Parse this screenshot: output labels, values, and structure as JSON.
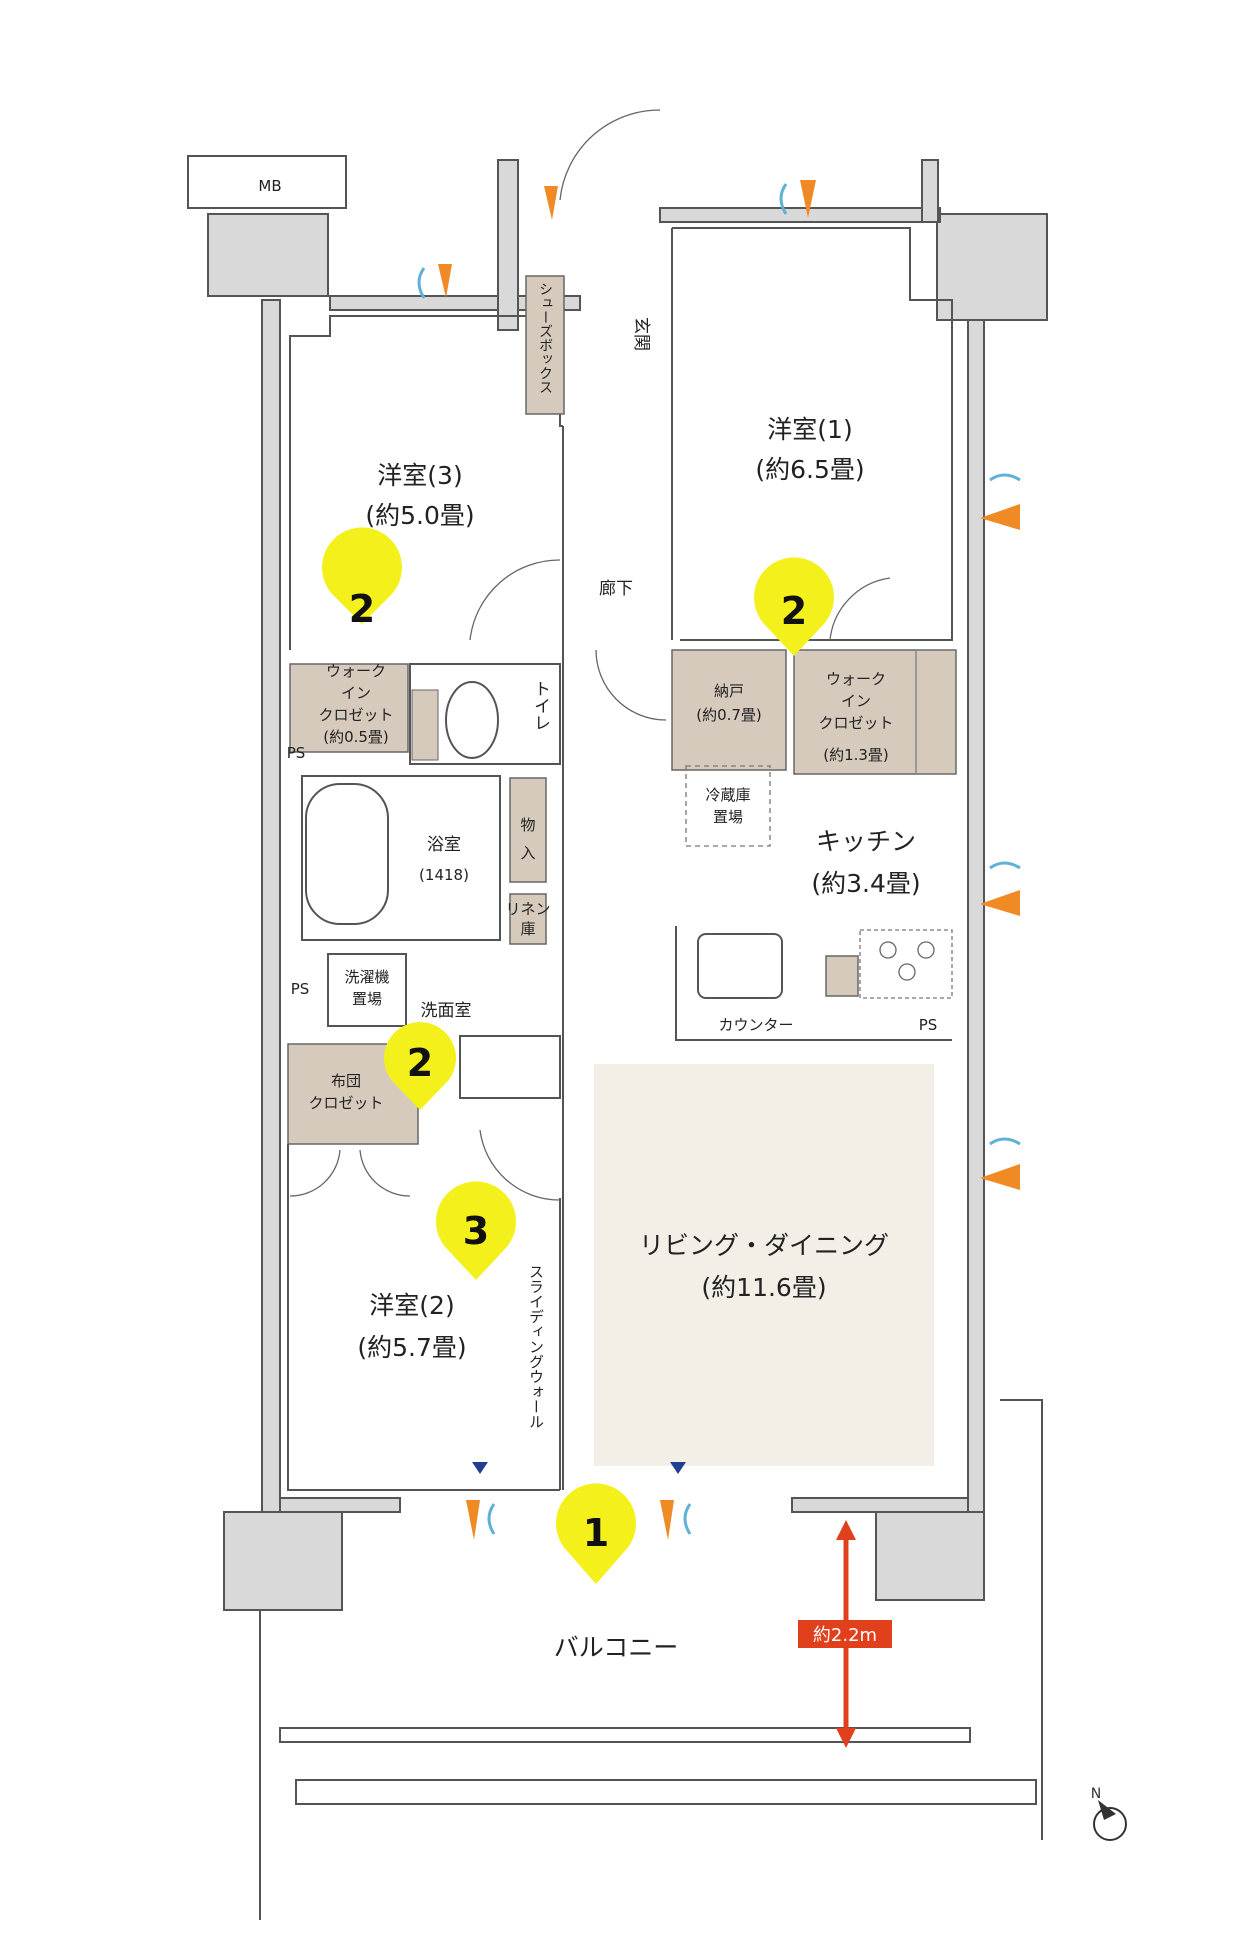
{
  "labels": {
    "mb": "MB",
    "entrance": "玄関",
    "shoe_box": "シューズボックス",
    "hallway": "廊下",
    "room1_name": "洋室(1)",
    "room1_size": "(約6.5畳)",
    "room3_name": "洋室(3)",
    "room3_size": "(約5.0畳)",
    "room2_name": "洋室(2)",
    "room2_size": "(約5.7畳)",
    "wic_small_1": "ウォーク",
    "wic_small_2": "イン",
    "wic_small_3": "クロゼット",
    "wic_small_size": "(約0.5畳)",
    "toilet": "トイレ",
    "storage_name": "納戸",
    "storage_size": "(約0.7畳)",
    "wic_large_1": "ウォーク",
    "wic_large_2": "イン",
    "wic_large_3": "クロゼット",
    "wic_large_size": "(約1.3畳)",
    "fridge_1": "冷蔵庫",
    "fridge_2": "置場",
    "kitchen_name": "キッチン",
    "kitchen_size": "(約3.4畳)",
    "bath_name": "浴室",
    "bath_size": "(1418)",
    "storeroom_1": "物",
    "storeroom_2": "入",
    "linen_1": "リネン",
    "linen_2": "庫",
    "ps_left_upper": "PS",
    "ps_left_lower": "PS",
    "ps_kitchen": "PS",
    "washer_1": "洗濯機",
    "washer_2": "置場",
    "washroom": "洗面室",
    "futon_1": "布団",
    "futon_2": "クロゼット",
    "counter": "カウンター",
    "living_name": "リビング・ダイニング",
    "living_size": "(約11.6畳)",
    "sliding_wall": "スライディングウォール",
    "balcony": "バルコニー",
    "depth": "約2.2m",
    "north": "N"
  },
  "markers": {
    "m1": "1",
    "m2a": "2",
    "m2b": "2",
    "m2c": "2",
    "m3": "3"
  },
  "colors": {
    "marker": "#f4f01c",
    "living_floor": "#f3eee6",
    "closet": "#d6cabd",
    "wall": "#d9d9d9",
    "airflow_orange": "#f08a24",
    "airflow_blue": "#5fb1d8",
    "dimension_red": "#e0401c",
    "window_marker_blue": "#1f3f8f"
  }
}
